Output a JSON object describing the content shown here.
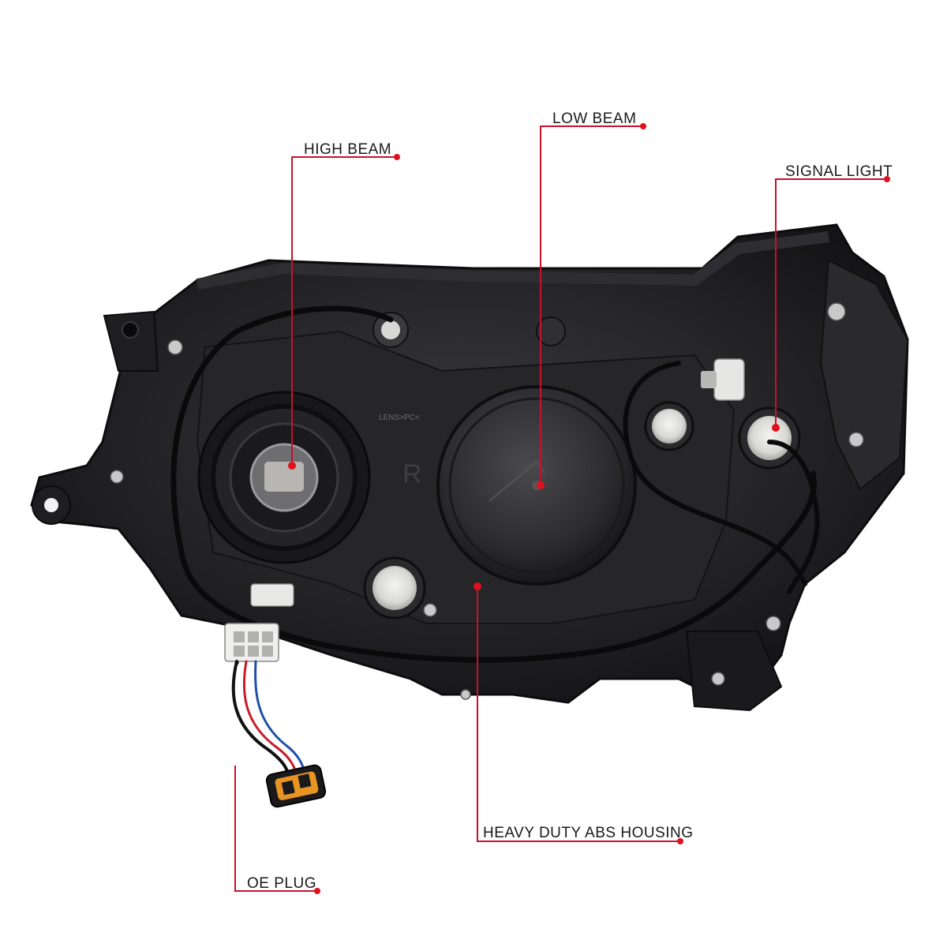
{
  "callouts": {
    "high_beam": "HIGH BEAM",
    "low_beam": "LOW BEAM",
    "signal_light": "SIGNAL LIGHT",
    "heavy_duty_abs_housing": "HEAVY DUTY ABS HOUSING",
    "oe_plug": "OE PLUG"
  },
  "housing_markings": {
    "lens": "LENS>PC<",
    "r_mark": "R"
  },
  "colors": {
    "callout_line": "#c8102e",
    "callout_dot": "#e0101c",
    "label_text": "#1a1a1a",
    "housing": "#1c1c1e"
  }
}
